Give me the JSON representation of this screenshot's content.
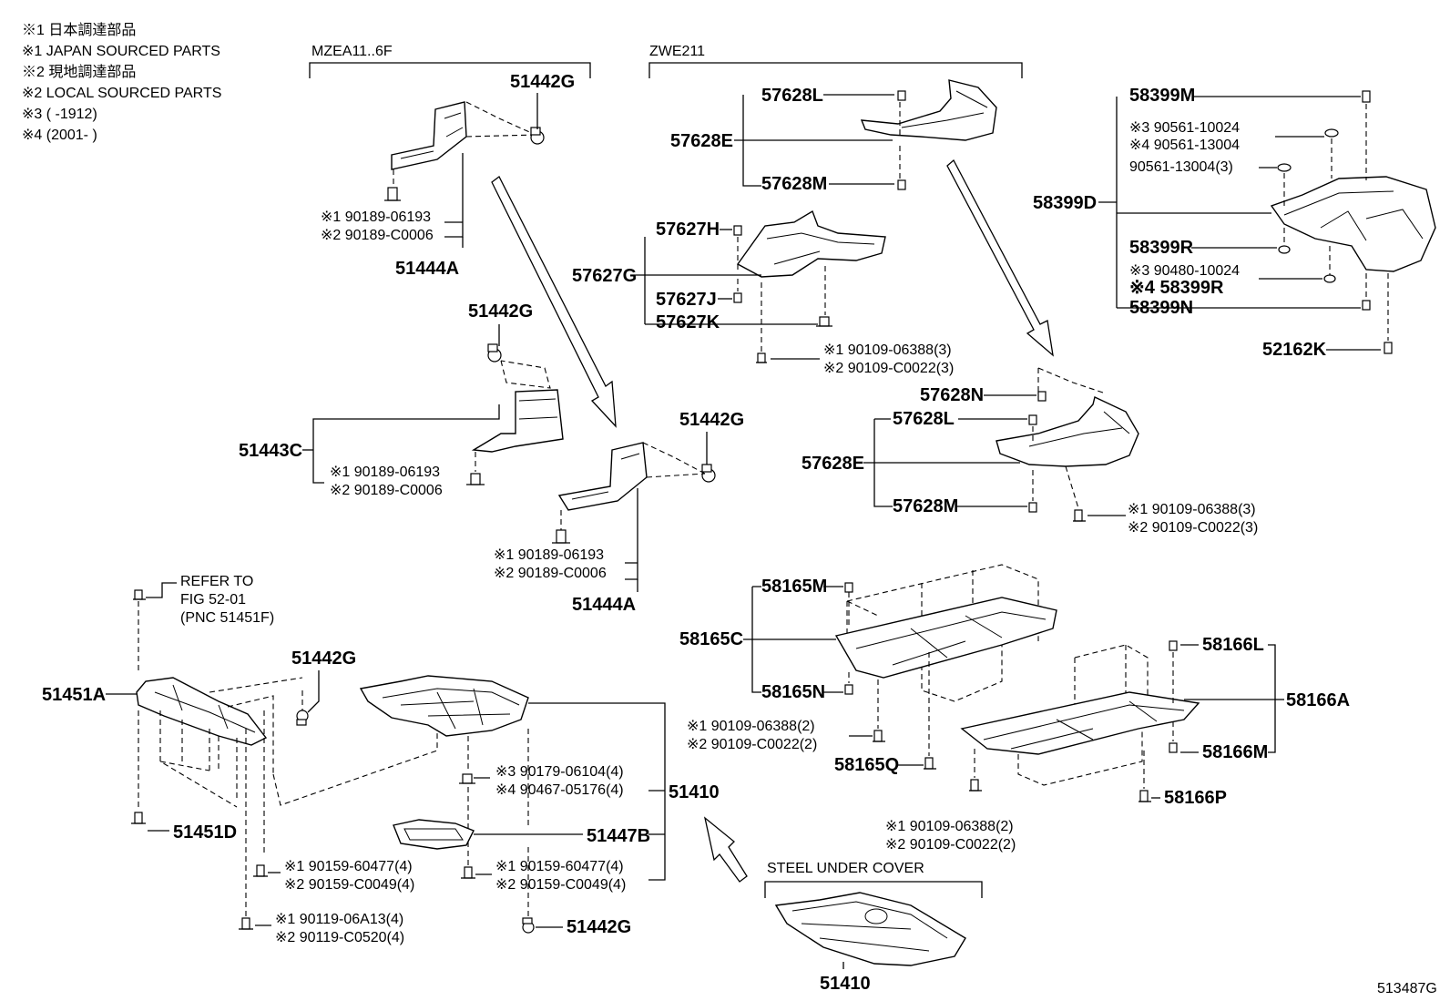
{
  "notes": [
    "※1 日本調達部品",
    "※1 JAPAN SOURCED PARTS",
    "※2 現地調達部品",
    "※2 LOCAL SOURCED PARTS",
    "※3 (      -1912)",
    "※4 (2001-      )"
  ],
  "groups": {
    "left": "MZEA11..6F",
    "right": "ZWE211",
    "steel": "STEEL UNDER COVER"
  },
  "refer": [
    "REFER TO",
    "FIG 52-01",
    "(PNC 51451F)"
  ],
  "labels": {
    "p51442G_a": "51442G",
    "p51444A_a1": "※1 90189-06193",
    "p51444A_a2": "※2 90189-C0006",
    "p51444A_a": "51444A",
    "p51442G_b": "51442G",
    "p51443C": "51443C",
    "p51443C_1": "※1 90189-06193",
    "p51443C_2": "※2 90189-C0006",
    "p51442G_c": "51442G",
    "p51444A_b1": "※1 90189-06193",
    "p51444A_b2": "※2 90189-C0006",
    "p51444A_b": "51444A",
    "p57628L_a": "57628L",
    "p57628E_a": "57628E",
    "p57628M_a": "57628M",
    "p57627H": "57627H",
    "p57627G": "57627G",
    "p57627J": "57627J",
    "p57627K": "57627K",
    "p57627_1": "※1 90109-06388(3)",
    "p57627_2": "※2 90109-C0022(3)",
    "p58399M": "58399M",
    "p58399_3": "※3 90561-10024",
    "p58399_4": "※4 90561-13004",
    "p58399_w": "90561-13004(3)",
    "p58399D": "58399D",
    "p58399R": "58399R",
    "p58399_3b": "※3 90480-10024",
    "p58399R_4": "※4 58399R",
    "p58399N": "58399N",
    "p52162K": "52162K",
    "p57628N": "57628N",
    "p57628L_b": "57628L",
    "p57628E_b": "57628E",
    "p57628M_b": "57628M",
    "p57628_1": "※1 90109-06388(3)",
    "p57628_2": "※2 90109-C0022(3)",
    "p58165M": "58165M",
    "p58165C": "58165C",
    "p58165N": "58165N",
    "p58165_1": "※1 90109-06388(2)",
    "p58165_2": "※2 90109-C0022(2)",
    "p58165Q": "58165Q",
    "p58166L": "58166L",
    "p58166A": "58166A",
    "p58166M": "58166M",
    "p58166P": "58166P",
    "p58166_1": "※1 90109-06388(2)",
    "p58166_2": "※2 90109-C0022(2)",
    "p51451A": "51451A",
    "p51442G_d": "51442G",
    "p51451D": "51451D",
    "p90159_1a": "※1 90159-60477(4)",
    "p90159_2a": "※2 90159-C0049(4)",
    "p90119_1": "※1 90119-06A13(4)",
    "p90119_2": "※2 90119-C0520(4)",
    "p90179_3": "※3 90179-06104(4)",
    "p90467_4": "※4 90467-05176(4)",
    "p51410_a": "51410",
    "p51447B": "51447B",
    "p90159_1b": "※1 90159-60477(4)",
    "p90159_2b": "※2 90159-C0049(4)",
    "p51442G_e": "51442G",
    "p51410_b": "51410",
    "figure_id": "513487G"
  }
}
